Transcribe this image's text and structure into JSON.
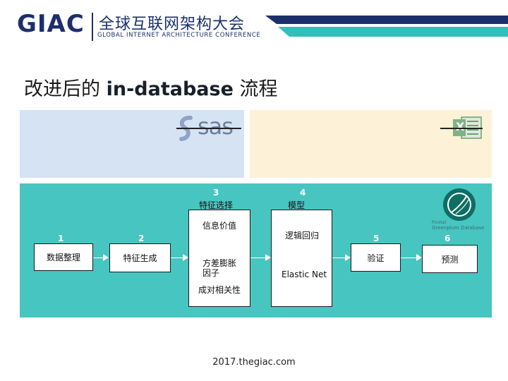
{
  "header": {
    "logo_main": "GIAC",
    "logo_cn": "全球互联网架构大会",
    "logo_en": "GLOBAL INTERNET ARCHITECTURE CONFERENCE"
  },
  "title": {
    "prefix": "改进后的 ",
    "bold": "in-database",
    "suffix": " 流程"
  },
  "logos": {
    "sas_text": "sas",
    "excel_letter": "X",
    "greenplum_line1": "Pivotal",
    "greenplum_line2": "Greenplum Database"
  },
  "steps": [
    {
      "num": "1",
      "label": "数据整理"
    },
    {
      "num": "2",
      "label": "特征生成"
    },
    {
      "num": "3",
      "header": "特征选择",
      "items": [
        "信息价值",
        "方差膨胀",
        "因子",
        "成对相关性"
      ]
    },
    {
      "num": "4",
      "header": "模型",
      "items": [
        "逻辑回归",
        "Elastic Net"
      ]
    },
    {
      "num": "5",
      "label": "验证"
    },
    {
      "num": "6",
      "label": "预测"
    }
  ],
  "footer": {
    "url": "2017.thegiac.com"
  },
  "colors": {
    "brand_navy": "#1d2f6b",
    "teal_panel": "#47c5c1",
    "header_teal": "#2fc0bd",
    "sas_panel": "#d6e3f3",
    "excel_panel": "#fdf1d8"
  }
}
